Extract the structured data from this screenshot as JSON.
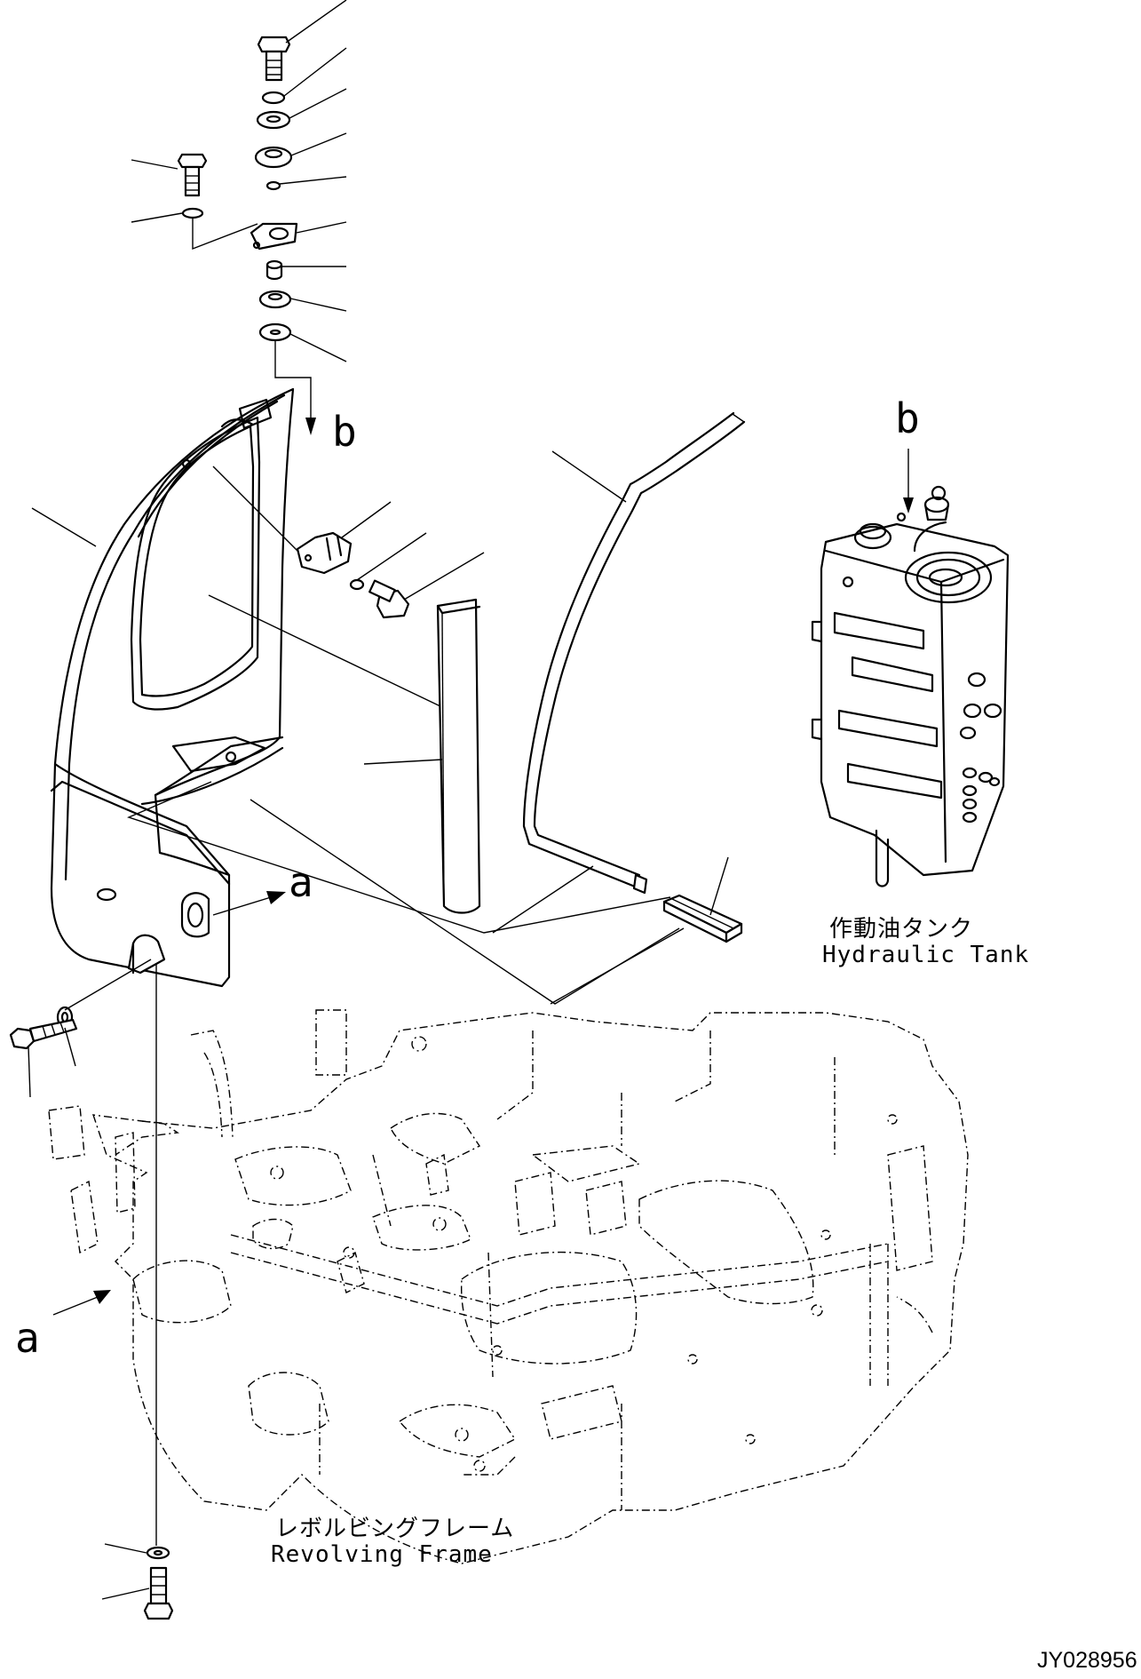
{
  "drawing": {
    "code": "JY028956"
  },
  "references": {
    "a": "a",
    "b": "b"
  },
  "components": {
    "hydraulic_tank": {
      "jp": "作動油タンク",
      "en": "Hydraulic Tank"
    },
    "revolving_frame": {
      "jp": "レボルビングフレーム",
      "en": "Revolving Frame"
    }
  },
  "parts": [
    {
      "name": "bolt-top-icon"
    },
    {
      "name": "washer-top-icon"
    },
    {
      "name": "bracket-icon"
    },
    {
      "name": "cover-panel-icon"
    },
    {
      "name": "seal-strip-icon"
    },
    {
      "name": "rubber-block-icon"
    },
    {
      "name": "hose-guide-icon"
    }
  ]
}
